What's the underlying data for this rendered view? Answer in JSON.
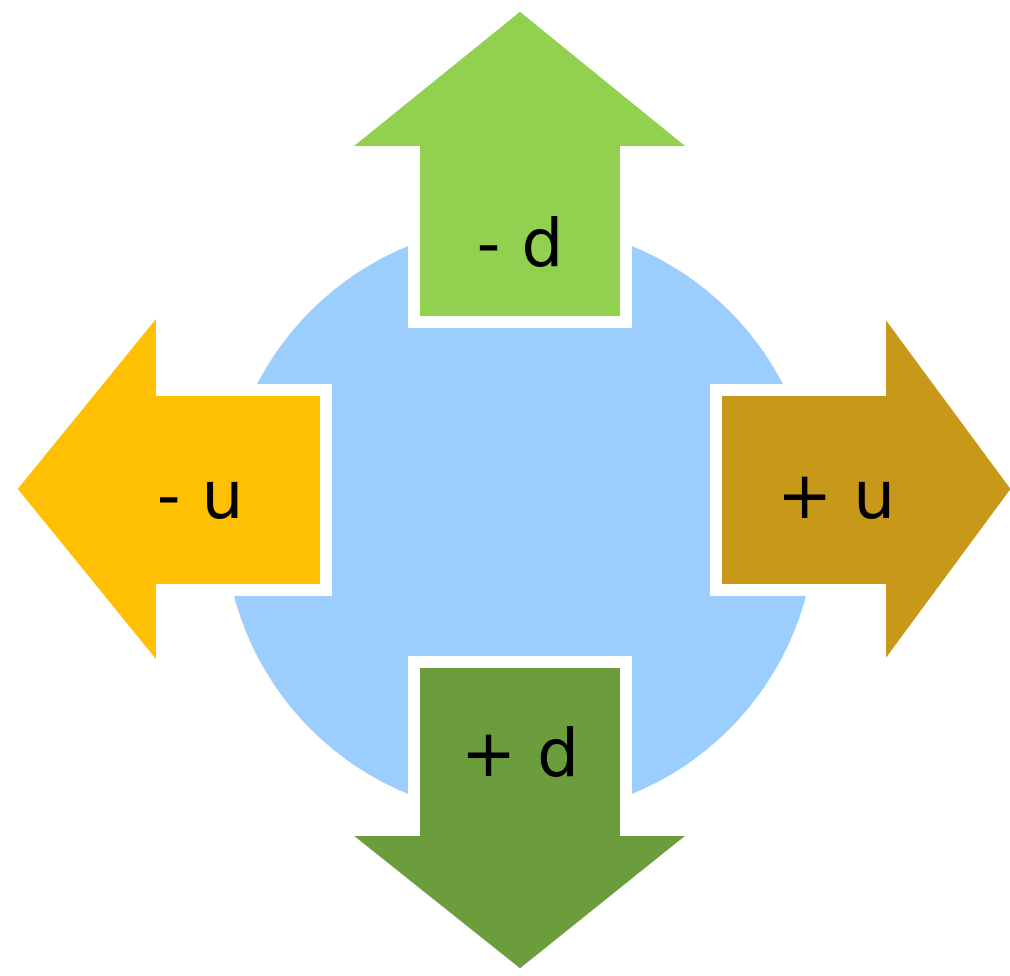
{
  "diagram": {
    "colors": {
      "background": "#ffffff",
      "circle": "#9bcdfd",
      "up_arrow": "#92d050",
      "down_arrow": "#6b9d3d",
      "left_arrow": "#fec000",
      "right_arrow": "#c89818"
    },
    "arrows": {
      "up": {
        "label": "- d"
      },
      "down": {
        "label": "+ d"
      },
      "left": {
        "label": "- u"
      },
      "right": {
        "label": "+ u"
      }
    }
  }
}
